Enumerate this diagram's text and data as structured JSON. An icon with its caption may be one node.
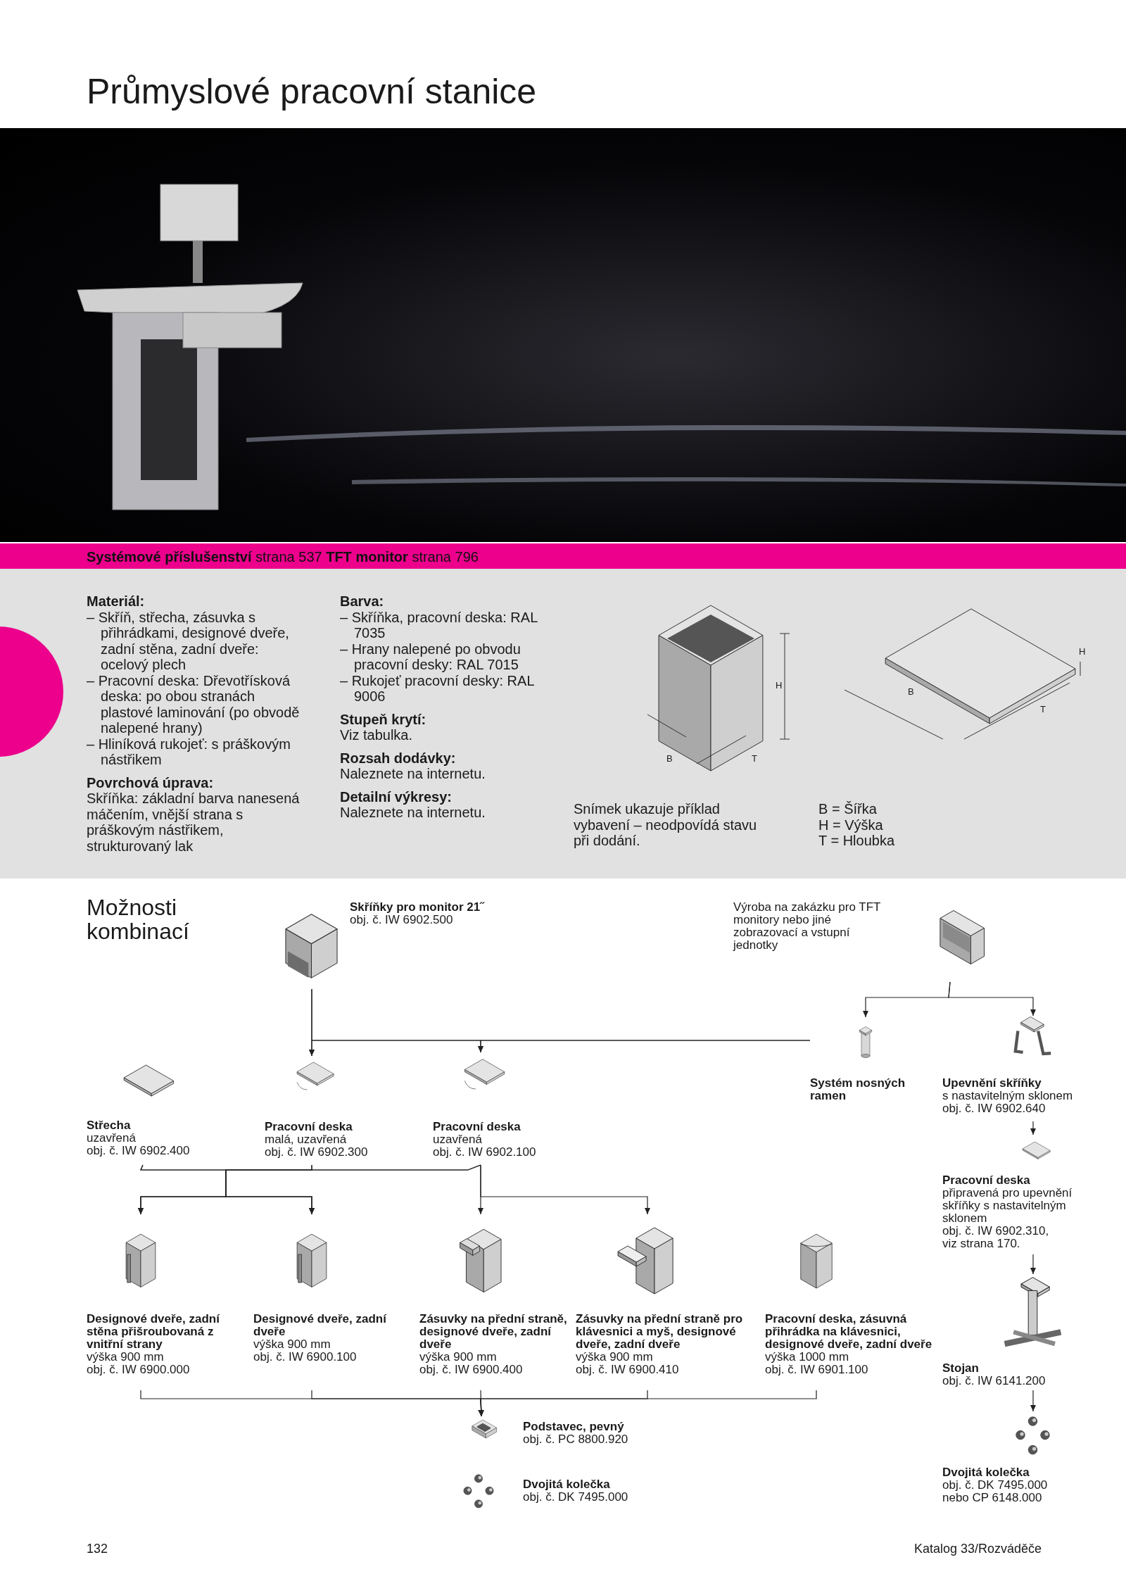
{
  "diagram": {
    "title": "Průmyslové pracovní stanice",
    "nodes": [
      {
        "text": [
          "Skříňky pro monitor 21˝",
          "obj. č. IW 6902.500"
        ]
      },
      {
        "text": [
          "Výroba na zakázku pro TFT monitory nebo jiné zobrazovací a vstupní jednotky"
        ]
      },
      {
        "text": [
          "Systém nosných ramen"
        ]
      },
      {
        "text": [
          "Upevnění skříňky",
          "s nastavitelným sklonem",
          "obj. č. IW 6902.640"
        ]
      },
      {
        "text": [
          "Střecha",
          "uzavřená",
          "obj. č. IW 6902.400"
        ]
      },
      {
        "text": [
          "Pracovní deska",
          "malá, uzavřená",
          "obj. č. IW 6902.300"
        ]
      },
      {
        "text": [
          "Pracovní deska",
          "uzavřená",
          "obj. č. IW 6902.100"
        ]
      },
      {
        "text": [
          "Pracovní deska",
          "připravená pro upevnění skříňky s nastavitelným sklonem",
          "obj. č. IW 6902.310,",
          "viz strana 170."
        ]
      },
      {
        "text": [
          "Designové dveře, zadní stěna přišroubovaná z vnitřní strany",
          "výška 900 mm",
          "obj. č. IW 6900.000"
        ]
      },
      {
        "text": [
          "Designové dveře, zadní dveře",
          "výška 900 mm",
          "obj. č. IW 6900.100"
        ]
      },
      {
        "text": [
          "Zásuvky na přední straně, designové dveře, zadní dveře",
          "výška 900 mm",
          "obj. č. IW 6900.400"
        ]
      },
      {
        "text": [
          "Zásuvky na přední straně pro klávesnici a myš, designové dveře, zadní dveře",
          "výška 900 mm",
          "obj. č. IW 6900.410"
        ]
      },
      {
        "text": [
          "Pracovní deska, zásuvná přihrádka na klávesnici, designové dveře, zadní dveře",
          "výška 1000 mm",
          "obj. č. IW 6901.100"
        ]
      },
      {
        "text": [
          "Stojan",
          "obj. č. IW 6141.200"
        ]
      },
      {
        "text": [
          "Podstavec, pevný",
          "obj. č. PC 8800.920"
        ]
      },
      {
        "text": [
          "Dvojitá kolečka",
          "obj. č. DK 7495.000"
        ]
      },
      {
        "text": [
          "Dvojitá kolečka",
          "obj. č. DK 7495.000",
          "nebo CP 6148.000"
        ]
      }
    ],
    "edges": [
      {
        "from": 0,
        "to": 5,
        "arrow": "to"
      },
      {
        "from": 0,
        "to": 6,
        "arrow": "to"
      },
      {
        "from": 2,
        "to": 5,
        "arrow": "to"
      },
      {
        "from": 2,
        "to": 6,
        "arrow": "to"
      },
      {
        "from": 1,
        "to": 2,
        "arrow": "to"
      },
      {
        "from": 1,
        "to": 3,
        "arrow": "to"
      },
      {
        "from": 3,
        "to": 7,
        "arrow": "to"
      },
      {
        "from": 7,
        "to": 13,
        "arrow": "to"
      },
      {
        "from": 13,
        "to": 16,
        "arrow": "to"
      },
      {
        "from": 4,
        "to": 8,
        "arrow": "to"
      },
      {
        "from": 4,
        "to": 9,
        "arrow": "to"
      },
      {
        "from": 5,
        "to": 8,
        "arrow": "to"
      },
      {
        "from": 5,
        "to": 9,
        "arrow": "to"
      },
      {
        "from": 6,
        "to": 8,
        "arrow": "to"
      },
      {
        "from": 6,
        "to": 9,
        "arrow": "to"
      },
      {
        "from": 6,
        "to": 10,
        "arrow": "to"
      },
      {
        "from": 6,
        "to": 11,
        "arrow": "to"
      },
      {
        "from": 8,
        "to": 14,
        "arrow": "to"
      },
      {
        "from": 9,
        "to": 14,
        "arrow": "to"
      },
      {
        "from": 10,
        "to": 14,
        "arrow": "to"
      },
      {
        "from": 11,
        "to": 14,
        "arrow": "to"
      },
      {
        "from": 12,
        "to": 14,
        "arrow": "to"
      }
    ],
    "labels": [
      "**Systémové příslušenství** strana 537 **TFT monitor** strana 796",
      "Materiál:",
      "– Skříň, střecha, zásuvka s přihrádkami, designové dveře, zadní stěna, zadní dveře: ocelový plech",
      "– Pracovní deska: Dřevotřísková deska: po obou stranách plastové laminování (po obvodě nalepené hrany)",
      "– Hliníková rukojeť: s práškovým nástřikem",
      "Povrchová úprava:",
      "Skříňka: základní barva nanesená máčením, vnější strana s práškovým nástřikem, strukturovaný lak",
      "Barva:",
      "– Skříňka, pracovní deska: RAL 7035",
      "– Hrany nalepené po obvodu pracovní desky: RAL 7015",
      "– Rukojeť pracovní desky: RAL 9006",
      "Stupeň krytí:",
      "Viz tabulka.",
      "Rozsah dodávky:",
      "Naleznete na internetu.",
      "Detailní výkresy:",
      "Naleznete na internetu.",
      "H",
      "B",
      "T",
      "H",
      "B",
      "T",
      "Snímek ukazuje příklad vybavení – neodpovídá stavu při dodání.",
      "B = Šířka",
      "H = Výška",
      "T = Hloubka",
      "Možnosti kombinací",
      "132",
      "Katalog 33/Rozváděče"
    ]
  }
}
